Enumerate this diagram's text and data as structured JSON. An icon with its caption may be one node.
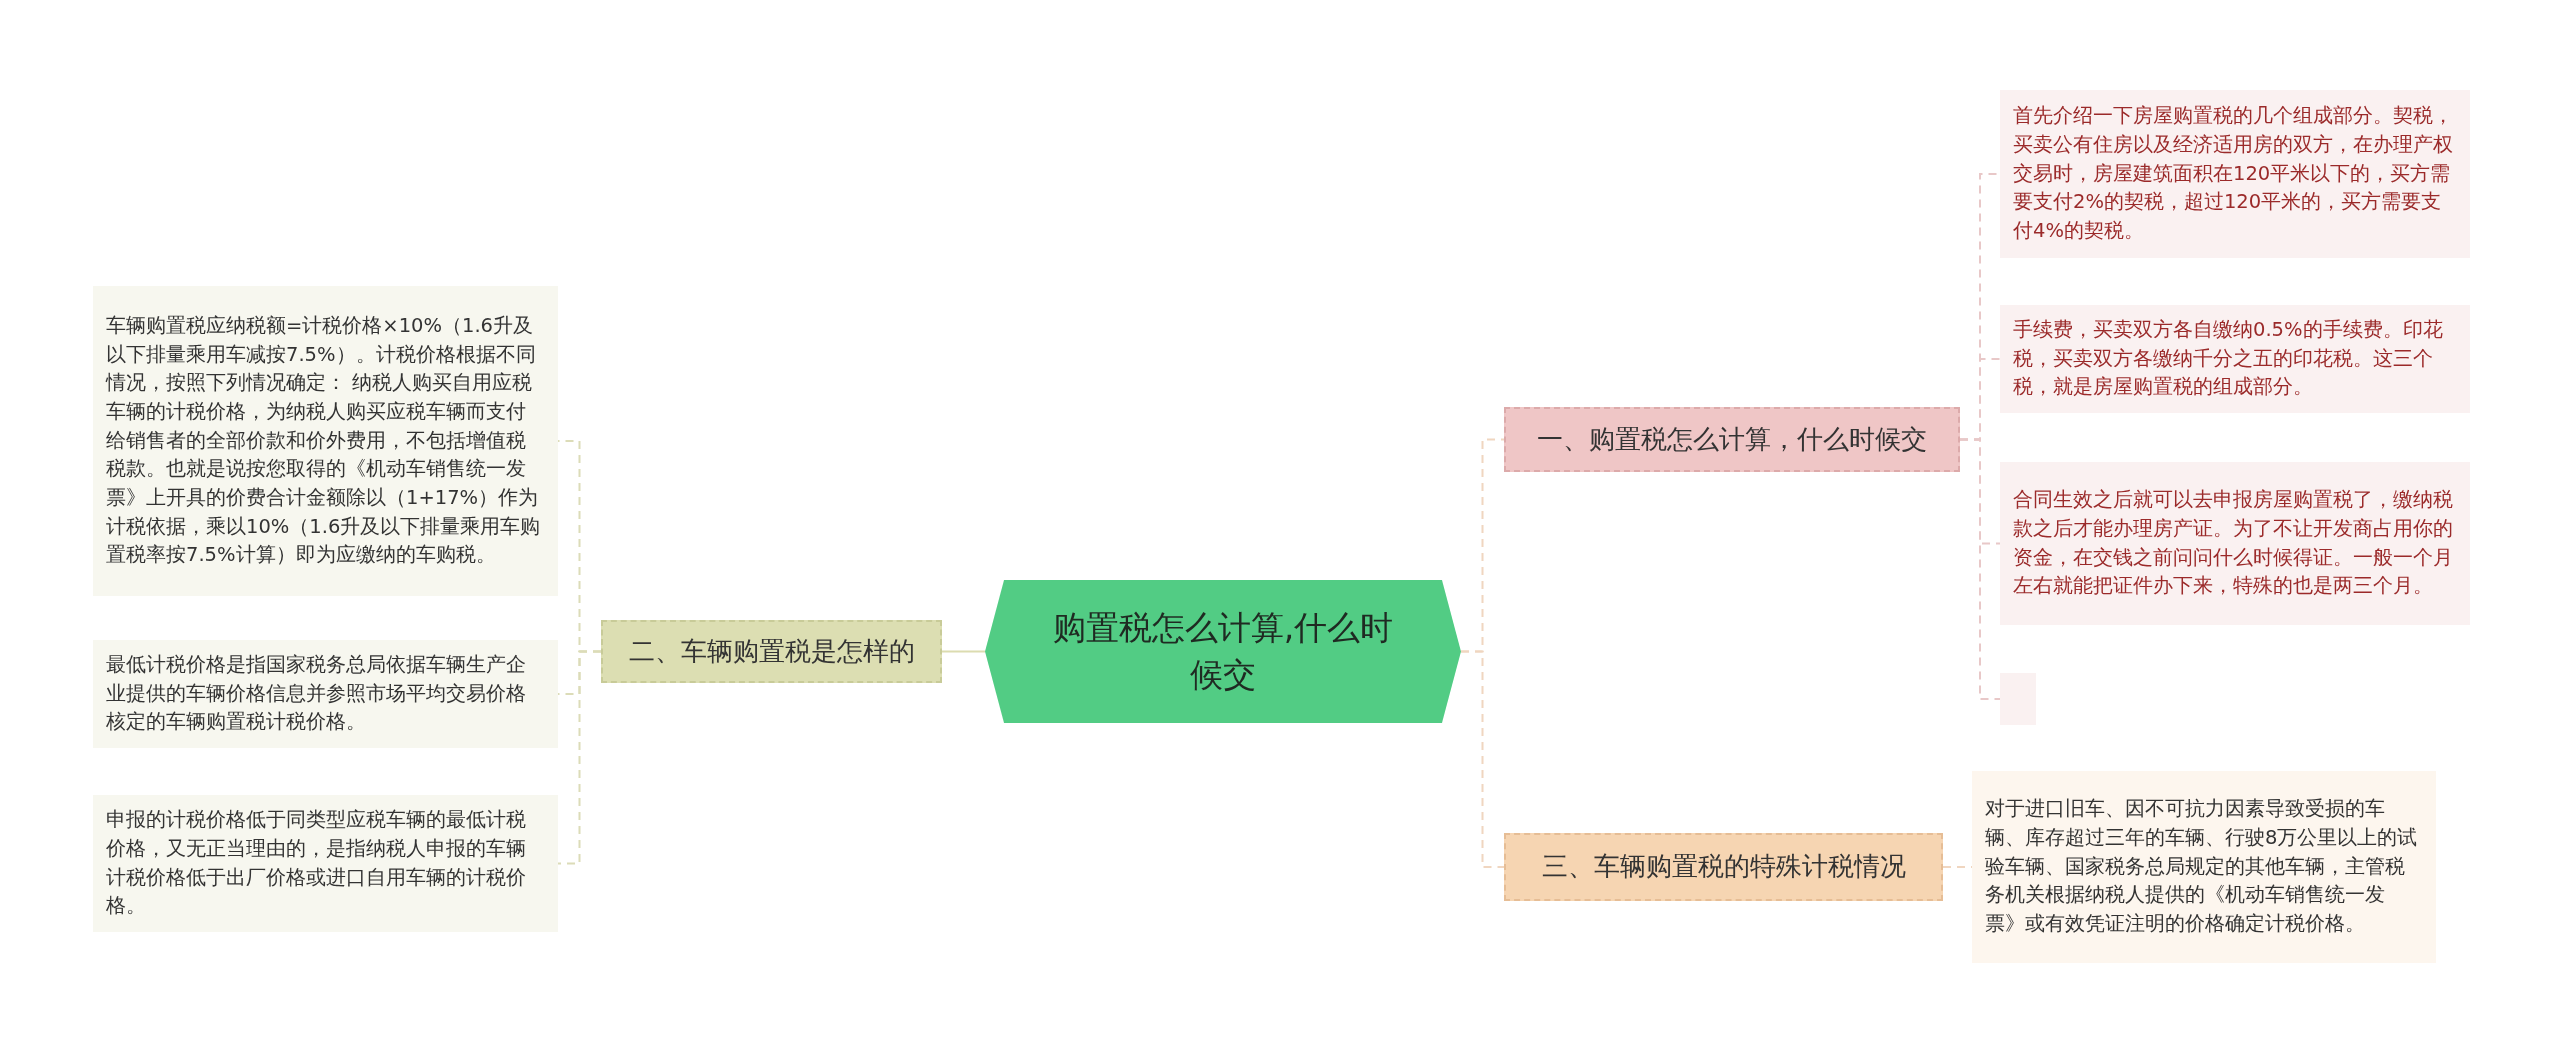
{
  "diagram": {
    "nodes": [
      {
        "text": [
          "购置税怎么计算,什么时候交"
        ]
      },
      {
        "text": [
          "二、车辆购置税是怎样的"
        ]
      },
      {
        "text": [
          "车辆购置税应纳税额=计税价格×10%（1.6升及以下排量乘用车减按7.5%）。计税价格根据不同情况，按照下列情况确定： 纳税人购买自用应税车辆的计税价格，为纳税人购买应税车辆而支付给销售者的全部价款和价外费用，不包括增值税税款。也就是说按您取得的《机动车销售统一发票》上开具的价费合计金额除以（1+17%）作为计税依据，乘以10%（1.6升及以下排量乘用车购置税率按7.5%计算）即为应缴纳的车购税。"
        ]
      },
      {
        "text": [
          "最低计税价格是指国家税务总局依据车辆生产企业提供的车辆价格信息并参照市场平均交易价格核定的车辆购置税计税价格。"
        ]
      },
      {
        "text": [
          "申报的计税价格低于同类型应税车辆的最低计税价格，又无正当理由的，是指纳税人申报的车辆计税价格低于出厂价格或进口自用车辆的计税价格。"
        ]
      },
      {
        "text": [
          "一、购置税怎么计算，什么时候交"
        ]
      },
      {
        "text": [
          "首先介绍一下房屋购置税的几个组成部分。契税，买卖公有住房以及经济适用房的双方，在办理产权交易时，房屋建筑面积在120平米以下的，买方需要支付2%的契税，超过120平米的，买方需要支付4%的契税。"
        ]
      },
      {
        "text": [
          "手续费，买卖双方各自缴纳0.5%的手续费。印花税，买卖双方各缴纳千分之五的印花税。这三个税，就是房屋购置税的组成部分。"
        ]
      },
      {
        "text": [
          "合同生效之后就可以去申报房屋购置税了，缴纳税款之后才能办理房产证。为了不让开发商占用你的资金，在交钱之前问问什么时候得证。一般一个月左右就能把证件办下来，特殊的也是两三个月。"
        ]
      },
      {
        "text": [],
        "shape": "box"
      },
      {
        "text": [
          "三、车辆购置税的特殊计税情况"
        ]
      },
      {
        "text": [
          "对于进口旧车、因不可抗力因素导致受损的车辆、库存超过三年的车辆、行驶8万公里以上的试验车辆、国家税务总局规定的其他车辆，主管税务机关根据纳税人提供的《机动车销售统一发票》或有效凭证注明的价格确定计税价格。"
        ]
      }
    ],
    "edges": [
      {
        "from": 0,
        "to": 1,
        "arrow": "none",
        "color": "#dcdcb0"
      },
      {
        "from": 1,
        "to": 2,
        "arrow": "none",
        "style": "dashed",
        "color": "#dcdcb8"
      },
      {
        "from": 1,
        "to": 3,
        "arrow": "none",
        "style": "dashed",
        "color": "#dcdcb8"
      },
      {
        "from": 1,
        "to": 4,
        "arrow": "none",
        "style": "dashed",
        "color": "#dcdcb8"
      },
      {
        "from": 0,
        "to": 5,
        "arrow": "none",
        "style": "dashed",
        "color": "#f0d6c0"
      },
      {
        "from": 5,
        "to": 6,
        "arrow": "none",
        "style": "dashed",
        "color": "#e8c8c8"
      },
      {
        "from": 5,
        "to": 7,
        "arrow": "none",
        "style": "dashed",
        "color": "#e8c8c8"
      },
      {
        "from": 5,
        "to": 8,
        "arrow": "none",
        "style": "dashed",
        "color": "#e8c8c8"
      },
      {
        "from": 5,
        "to": 9,
        "arrow": "none",
        "style": "dashed",
        "color": "#e8c8c8"
      },
      {
        "from": 0,
        "to": 10,
        "arrow": "none",
        "style": "dashed",
        "color": "#f0d6c0"
      },
      {
        "from": 10,
        "to": 11,
        "arrow": "none",
        "style": "dashed",
        "color": "#f0d6c0"
      }
    ]
  }
}
